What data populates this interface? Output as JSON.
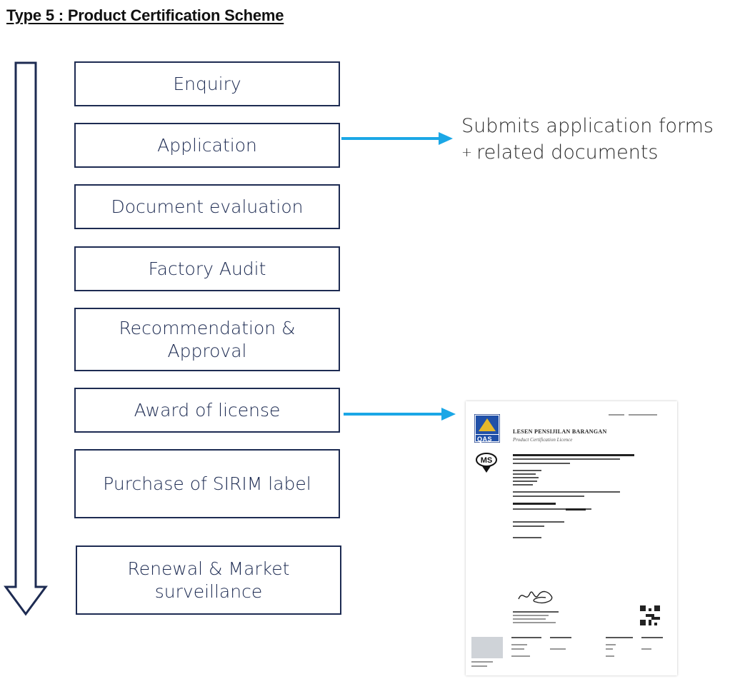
{
  "title": "Type 5 : Product Certification Scheme",
  "steps": [
    {
      "lines": [
        "Enquiry"
      ]
    },
    {
      "lines": [
        "Application"
      ]
    },
    {
      "lines": [
        "Document evaluation"
      ]
    },
    {
      "lines": [
        "Factory Audit"
      ]
    },
    {
      "lines": [
        "Recommendation &",
        "Approval"
      ]
    },
    {
      "lines": [
        "Award of license"
      ]
    },
    {
      "lines": [
        "Purchase of SIRIM label"
      ]
    },
    {
      "lines": [
        "Renewal & Market",
        "surveillance"
      ]
    }
  ],
  "application_note": {
    "line1": "Submits application forms",
    "line2_prefix": "+",
    "line2": "related documents"
  },
  "license_document": {
    "logo_text": "QAS",
    "heading": "LESEN PENSIJILAN BARANGAN",
    "subheading": "Product Certification Licence"
  },
  "colors": {
    "box_border": "#1d2b52",
    "arrow_blue": "#1ba7e6",
    "flow_arrow": "#1d2b52"
  }
}
